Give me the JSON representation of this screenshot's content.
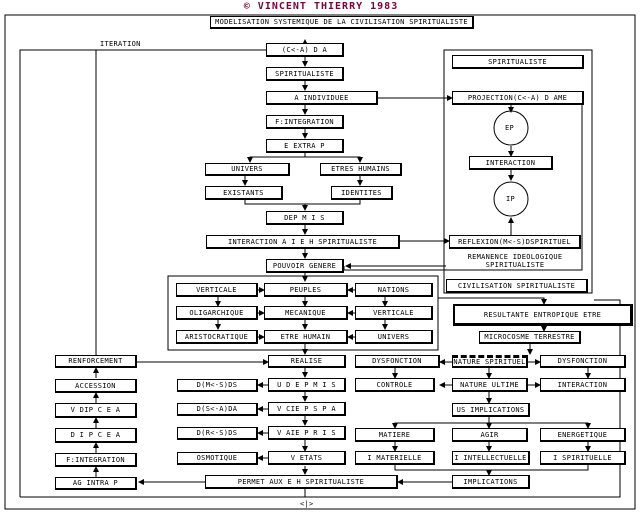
{
  "header": {
    "copyright": "© VINCENT THIERRY 1983"
  },
  "title": "MODELISATION SYSTEMIQUE DE LA CIVILISATION SPIRITUALISTE",
  "labels": {
    "iteration": "ITERATION",
    "bottom_arrow": "<|>"
  },
  "main": {
    "cda": "(C<-A) D A",
    "spiritualiste": "SPIRITUALISTE",
    "a_individuee": "A INDIVIDUEE",
    "f_integration": "F:INTEGRATION",
    "e_extra_p": "E EXTRA P",
    "univers": "UNIVERS",
    "etres_humains": "ETRES HUMAINS",
    "existants": "EXISTANTS",
    "identites": "IDENTITES",
    "dep_mis": "DEP M I S",
    "interaction_aieh": "INTERACTION A I E H SPIRITUALISTE",
    "pouvoir_genere": "POUVOIR GENERE"
  },
  "grid": {
    "verticale": "VERTICALE",
    "peuples": "PEUPLES",
    "nations": "NATIONS",
    "oligarchique": "OLIGARCHIQUE",
    "mecanique": "MECANIQUE",
    "verticale2": "VERTICALE",
    "aristocratique": "ARISTOCRATIQUE",
    "etre_humain": "ETRE HUMAIN",
    "univers": "UNIVERS"
  },
  "right": {
    "spiritualiste": "SPIRITUALISTE",
    "projection": "PROJECTION(C<-A) D AME",
    "ep": "EP",
    "interaction": "INTERACTION",
    "ip": "IP",
    "reflexion": "REFLEXION(M<-S)DSPIRITUEL",
    "remanence": "REMANENCE IDEOLOGIQUE SPIRITUALISTE",
    "civilisation": "CIVILISATION SPIRITUALISTE",
    "resultante": "RESULTANTE ENTROPIQUE ETRE",
    "microcosme": "MICROCOSME TERRESTRE"
  },
  "left": {
    "renforcement": "RENFORCEMENT",
    "accession": "ACCESSION",
    "v_dip": "V DIP C E A",
    "dipcea": "D I P C E A",
    "f_integration": "F:INTEGRATION",
    "ag_intra": "AG INTRA P"
  },
  "center": {
    "realise": "REALISE",
    "dms": "D(M<-S)DS",
    "udepmis": "U D E P M I S",
    "dsa": "D(S<-A)DA",
    "vcie": "V CIE P S P A",
    "drs": "D(R<-S)DS",
    "vaie": "V AIE P R I S",
    "osmotique": "OSMOTIQUE",
    "vetats": "V ETATS",
    "permet": "PERMET AUX E H SPIRITUALISTE"
  },
  "lower": {
    "dysfonction_l": "DYSFONCTION",
    "nature_spirituel": "NATURE SPIRITUEL",
    "dysfonction_r": "DYSFONCTION",
    "controle": "CONTROLE",
    "nature_ultime": "NATURE ULTIME",
    "interaction": "INTERACTION",
    "us_implications": "US IMPLICATIONS",
    "matiere": "MATIERE",
    "agir": "AGIR",
    "energetique": "ENERGETIQUE",
    "i_materielle": "I MATERIELLE",
    "i_intellectuelle": "I INTELLECTUELLE",
    "i_spirituelle": "I SPIRITUELLE",
    "implications": "IMPLICATIONS"
  }
}
